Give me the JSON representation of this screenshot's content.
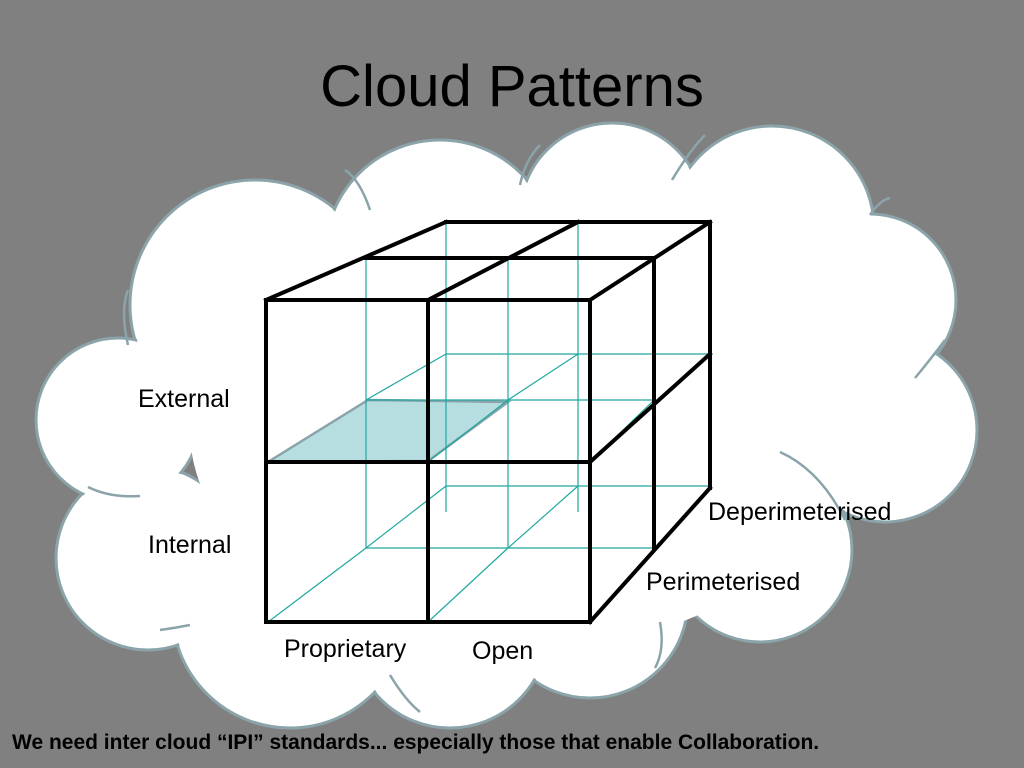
{
  "slide": {
    "title": "Cloud Patterns",
    "footer": "We need inter cloud “IPI” standards... especially those that enable Collaboration."
  },
  "cube": {
    "axis_labels": {
      "external": "External",
      "internal": "Internal",
      "proprietary": "Proprietary",
      "open": "Open",
      "deperimeterised": "Deperimeterised",
      "perimeterised": "Perimeterised"
    }
  },
  "colors": {
    "background": "#808080",
    "cloud_fill": "#ffffff",
    "cloud_outline": "#8aa4aa",
    "cube_edges": "#000000",
    "inner_grid": "#20a8a0",
    "highlight_face": "#b6dde0"
  }
}
